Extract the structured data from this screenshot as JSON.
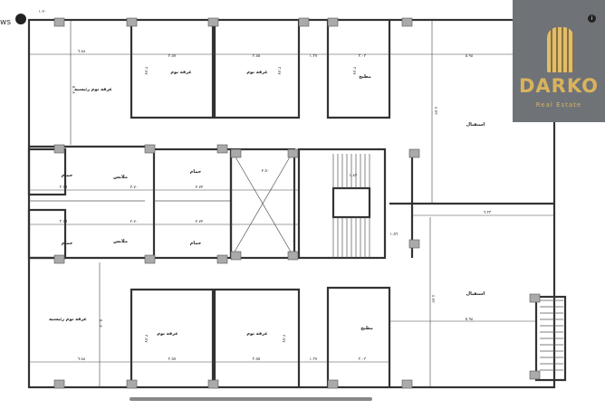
{
  "status_bar": {
    "edge_text": "ws",
    "alarm_icon": "alarm-clock-icon"
  },
  "logo": {
    "name": "DARKO",
    "tagline": "Real Estate",
    "info_icon": "info-icon"
  },
  "plan": {
    "top_dim": "١.٢٠",
    "rooms": {
      "master_top": "غرفة نوم رئيسية",
      "bed1_top": "غرفة نوم",
      "bed2_top": "غرفة نوم",
      "kitchen_top": "مطبخ",
      "reception_top": "استقبال",
      "bath_left_top": "حمام",
      "dressing_top": "ملابس",
      "bath_mid_top": "حمام",
      "bath_left_bottom": "حمام",
      "dressing_bottom": "ملابس",
      "bath_mid_bottom": "حمام",
      "master_bottom": "غرفة نوم رئيسية",
      "bed1_bottom": "غرفة نوم",
      "bed2_bottom": "غرفة نوم",
      "kitchen_bottom": "مطبخ",
      "reception_bottom": "استقبال"
    },
    "dims": {
      "master_w_top": "٦.٨٨",
      "master_h_top": "٥.٠٨",
      "bed1_w_top": "٣.٥٧",
      "bed1_h_top": "٣.٧٧",
      "bed2_w_top": "٣.٥٥",
      "bed2_h_top": "٣.٧٧",
      "wc_w_top": "١.٣٧",
      "kitchen_w_top": "٣.٠٣",
      "kitchen_h_top": "٣.٧٧",
      "reception_w_top": "٥.٩٨",
      "reception_h_top": "٤.٧٢",
      "bath_w_top": "٣.١٦",
      "dressing_w_top": "٢.٧٠",
      "bath_mid_w_top": "٢.٧٢",
      "bath_w_bottom": "٣.١٦",
      "dressing_w_bottom": "٢.٧٠",
      "bath_mid_w_bottom": "٢.٧٢",
      "shaft_w": "٢.٥٠",
      "stair_w": "١.٨٢",
      "landing": "١.٥٦",
      "lobby": "٦.٣٣",
      "master_w_bottom": "٦.٨٨",
      "master_h_bottom": "٥.٠٨",
      "bed1_w_bottom": "٣.٥٧",
      "bed1_h_bottom": "٣.٧٧",
      "bed2_w_bottom": "٣.٥٥",
      "bed2_h_bottom": "٣.٧٧",
      "wc_w_bottom": "١.٣٧",
      "kitchen_w_bottom": "٣.٠٣",
      "reception_w_bottom": "٥.٩٨",
      "reception_h_bottom": "٤.٧٢"
    }
  }
}
